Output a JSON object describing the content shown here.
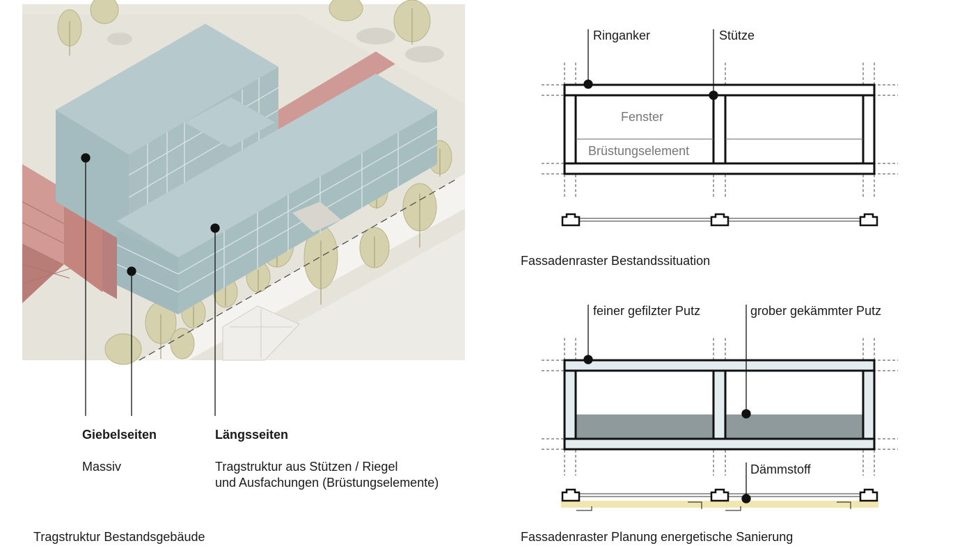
{
  "left": {
    "gable": {
      "title": "Giebelseiten",
      "desc": "Massiv"
    },
    "long": {
      "title": "Längsseiten",
      "desc1": "Tragstruktur aus Stützen / Riegel",
      "desc2": "und Ausfachungen (Brüstungselemente)"
    },
    "caption": "Tragstruktur Bestandsgebäude"
  },
  "top_diagram": {
    "label_ring": "Ringanker",
    "label_column": "Stütze",
    "label_window": "Fenster",
    "label_parapet": "Brüstungselement",
    "caption": "Fassadenraster Bestandssituation"
  },
  "bottom_diagram": {
    "label_fine": "feiner gefilzter Putz",
    "label_coarse": "grober gekämmter Putz",
    "label_insulation": "Dämmstoff",
    "caption": "Fassadenraster Planung energetische Sanierung"
  },
  "colors": {
    "building": "#a9bfc2",
    "brick": "#c9908c",
    "ground": "#e4e2d9",
    "tree": "#d3cda5",
    "panel_dark": "#8e9a9c",
    "render_light": "#e3ecee",
    "insulation": "#f2e6b0"
  }
}
